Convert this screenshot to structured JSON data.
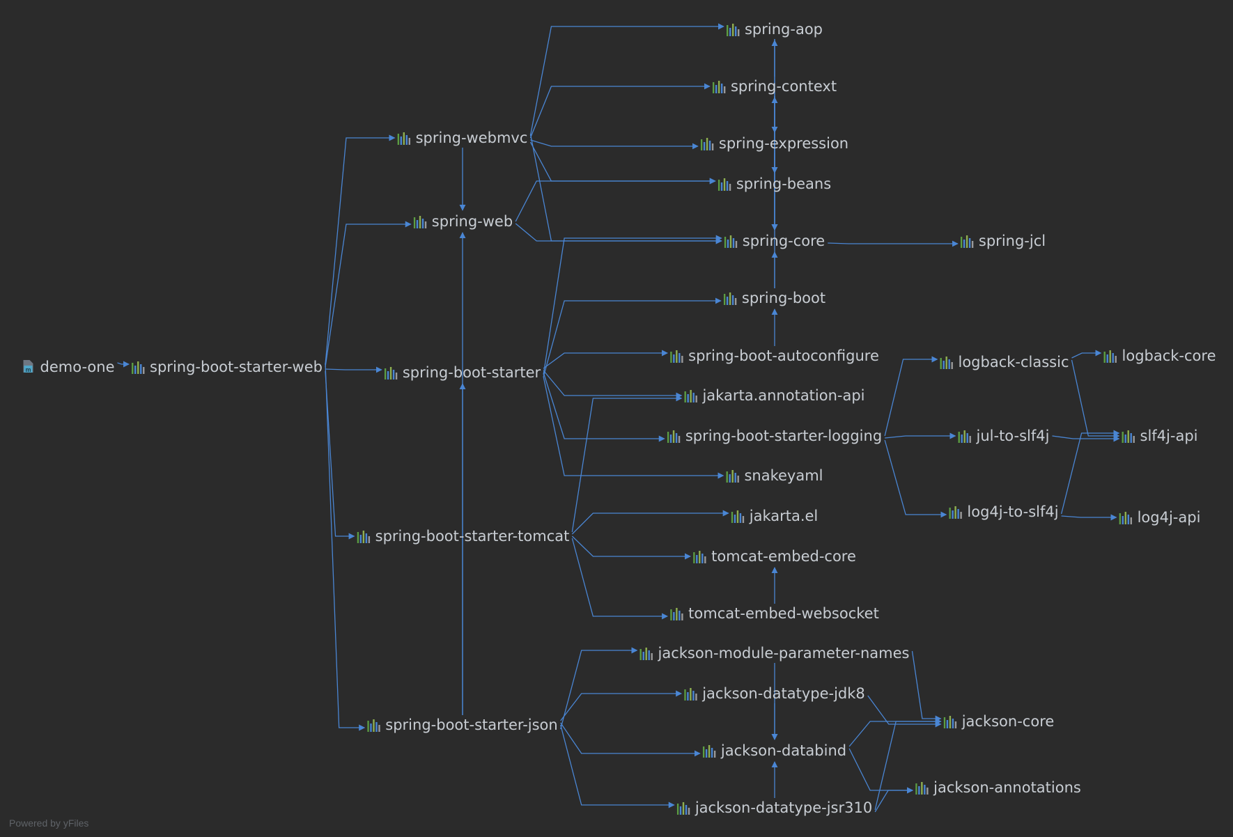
{
  "diagram": {
    "footer": "Powered by yFiles",
    "colors": {
      "background": "#2b2b2b",
      "edge": "#4a86d4",
      "label": "#c8cdd3",
      "icon_bars": [
        "#5c9e43",
        "#4a86d4",
        "#8fb050",
        "#4a86d4",
        "#9a9a9a"
      ],
      "project_icon": "#4fa7c9"
    },
    "nodes": {
      "demo-one": {
        "label": "demo-one",
        "icon": "project-module-icon"
      },
      "sbsw": {
        "label": "spring-boot-starter-web",
        "icon": "library-bars-icon"
      },
      "webmvc": {
        "label": "spring-webmvc",
        "icon": "library-bars-icon"
      },
      "web": {
        "label": "spring-web",
        "icon": "library-bars-icon"
      },
      "sbs": {
        "label": "spring-boot-starter",
        "icon": "library-bars-icon"
      },
      "sbst": {
        "label": "spring-boot-starter-tomcat",
        "icon": "library-bars-icon"
      },
      "sbsj": {
        "label": "spring-boot-starter-json",
        "icon": "library-bars-icon"
      },
      "aop": {
        "label": "spring-aop",
        "icon": "library-bars-icon"
      },
      "context": {
        "label": "spring-context",
        "icon": "library-bars-icon"
      },
      "expression": {
        "label": "spring-expression",
        "icon": "library-bars-icon"
      },
      "beans": {
        "label": "spring-beans",
        "icon": "library-bars-icon"
      },
      "core": {
        "label": "spring-core",
        "icon": "library-bars-icon"
      },
      "jcl": {
        "label": "spring-jcl",
        "icon": "library-bars-icon"
      },
      "boot": {
        "label": "spring-boot",
        "icon": "library-bars-icon"
      },
      "autoconf": {
        "label": "spring-boot-autoconfigure",
        "icon": "library-bars-icon"
      },
      "jakann": {
        "label": "jakarta.annotation-api",
        "icon": "library-bars-icon"
      },
      "sbslog": {
        "label": "spring-boot-starter-logging",
        "icon": "library-bars-icon"
      },
      "snake": {
        "label": "snakeyaml",
        "icon": "library-bars-icon"
      },
      "jakel": {
        "label": "jakarta.el",
        "icon": "library-bars-icon"
      },
      "tcore": {
        "label": "tomcat-embed-core",
        "icon": "library-bars-icon"
      },
      "tws": {
        "label": "tomcat-embed-websocket",
        "icon": "library-bars-icon"
      },
      "jmpn": {
        "label": "jackson-module-parameter-names",
        "icon": "library-bars-icon"
      },
      "jdk8": {
        "label": "jackson-datatype-jdk8",
        "icon": "library-bars-icon"
      },
      "databind": {
        "label": "jackson-databind",
        "icon": "library-bars-icon"
      },
      "jsr310": {
        "label": "jackson-datatype-jsr310",
        "icon": "library-bars-icon"
      },
      "jcore": {
        "label": "jackson-core",
        "icon": "library-bars-icon"
      },
      "jann": {
        "label": "jackson-annotations",
        "icon": "library-bars-icon"
      },
      "lbclassic": {
        "label": "logback-classic",
        "icon": "library-bars-icon"
      },
      "lbcore": {
        "label": "logback-core",
        "icon": "library-bars-icon"
      },
      "jul": {
        "label": "jul-to-slf4j",
        "icon": "library-bars-icon"
      },
      "log4j": {
        "label": "log4j-to-slf4j",
        "icon": "library-bars-icon"
      },
      "slf4j": {
        "label": "slf4j-api",
        "icon": "library-bars-icon"
      },
      "log4japi": {
        "label": "log4j-api",
        "icon": "library-bars-icon"
      }
    },
    "edges": [
      [
        "demo-one",
        "sbsw"
      ],
      [
        "sbsw",
        "webmvc"
      ],
      [
        "sbsw",
        "web"
      ],
      [
        "sbsw",
        "sbs"
      ],
      [
        "sbsw",
        "sbst"
      ],
      [
        "sbsw",
        "sbsj"
      ],
      [
        "webmvc",
        "aop"
      ],
      [
        "webmvc",
        "context"
      ],
      [
        "webmvc",
        "expression"
      ],
      [
        "webmvc",
        "beans"
      ],
      [
        "webmvc",
        "core"
      ],
      [
        "webmvc",
        "web"
      ],
      [
        "web",
        "beans"
      ],
      [
        "web",
        "core"
      ],
      [
        "sbs",
        "boot"
      ],
      [
        "sbs",
        "autoconf"
      ],
      [
        "sbs",
        "jakann"
      ],
      [
        "sbs",
        "sbslog"
      ],
      [
        "sbs",
        "core"
      ],
      [
        "sbs",
        "snake"
      ],
      [
        "sbst",
        "jakann"
      ],
      [
        "sbst",
        "jakel"
      ],
      [
        "sbst",
        "tcore"
      ],
      [
        "sbst",
        "tws"
      ],
      [
        "sbsj",
        "jmpn"
      ],
      [
        "sbsj",
        "jdk8"
      ],
      [
        "sbsj",
        "databind"
      ],
      [
        "sbsj",
        "jsr310"
      ],
      [
        "sbsj",
        "web"
      ],
      [
        "sbsj",
        "sbs"
      ],
      [
        "aop",
        "beans"
      ],
      [
        "aop",
        "core"
      ],
      [
        "context",
        "aop"
      ],
      [
        "context",
        "beans"
      ],
      [
        "context",
        "core"
      ],
      [
        "context",
        "expression"
      ],
      [
        "expression",
        "core"
      ],
      [
        "beans",
        "core"
      ],
      [
        "core",
        "jcl"
      ],
      [
        "boot",
        "core"
      ],
      [
        "boot",
        "context"
      ],
      [
        "autoconf",
        "boot"
      ],
      [
        "sbslog",
        "lbclassic"
      ],
      [
        "sbslog",
        "jul"
      ],
      [
        "sbslog",
        "log4j"
      ],
      [
        "lbclassic",
        "lbcore"
      ],
      [
        "lbclassic",
        "slf4j"
      ],
      [
        "jul",
        "slf4j"
      ],
      [
        "log4j",
        "slf4j"
      ],
      [
        "log4j",
        "log4japi"
      ],
      [
        "tws",
        "tcore"
      ],
      [
        "jmpn",
        "jcore"
      ],
      [
        "jmpn",
        "databind"
      ],
      [
        "jdk8",
        "jcore"
      ],
      [
        "jdk8",
        "databind"
      ],
      [
        "databind",
        "jcore"
      ],
      [
        "databind",
        "jann"
      ],
      [
        "jsr310",
        "databind"
      ],
      [
        "jsr310",
        "jcore"
      ],
      [
        "jsr310",
        "jann"
      ]
    ]
  }
}
